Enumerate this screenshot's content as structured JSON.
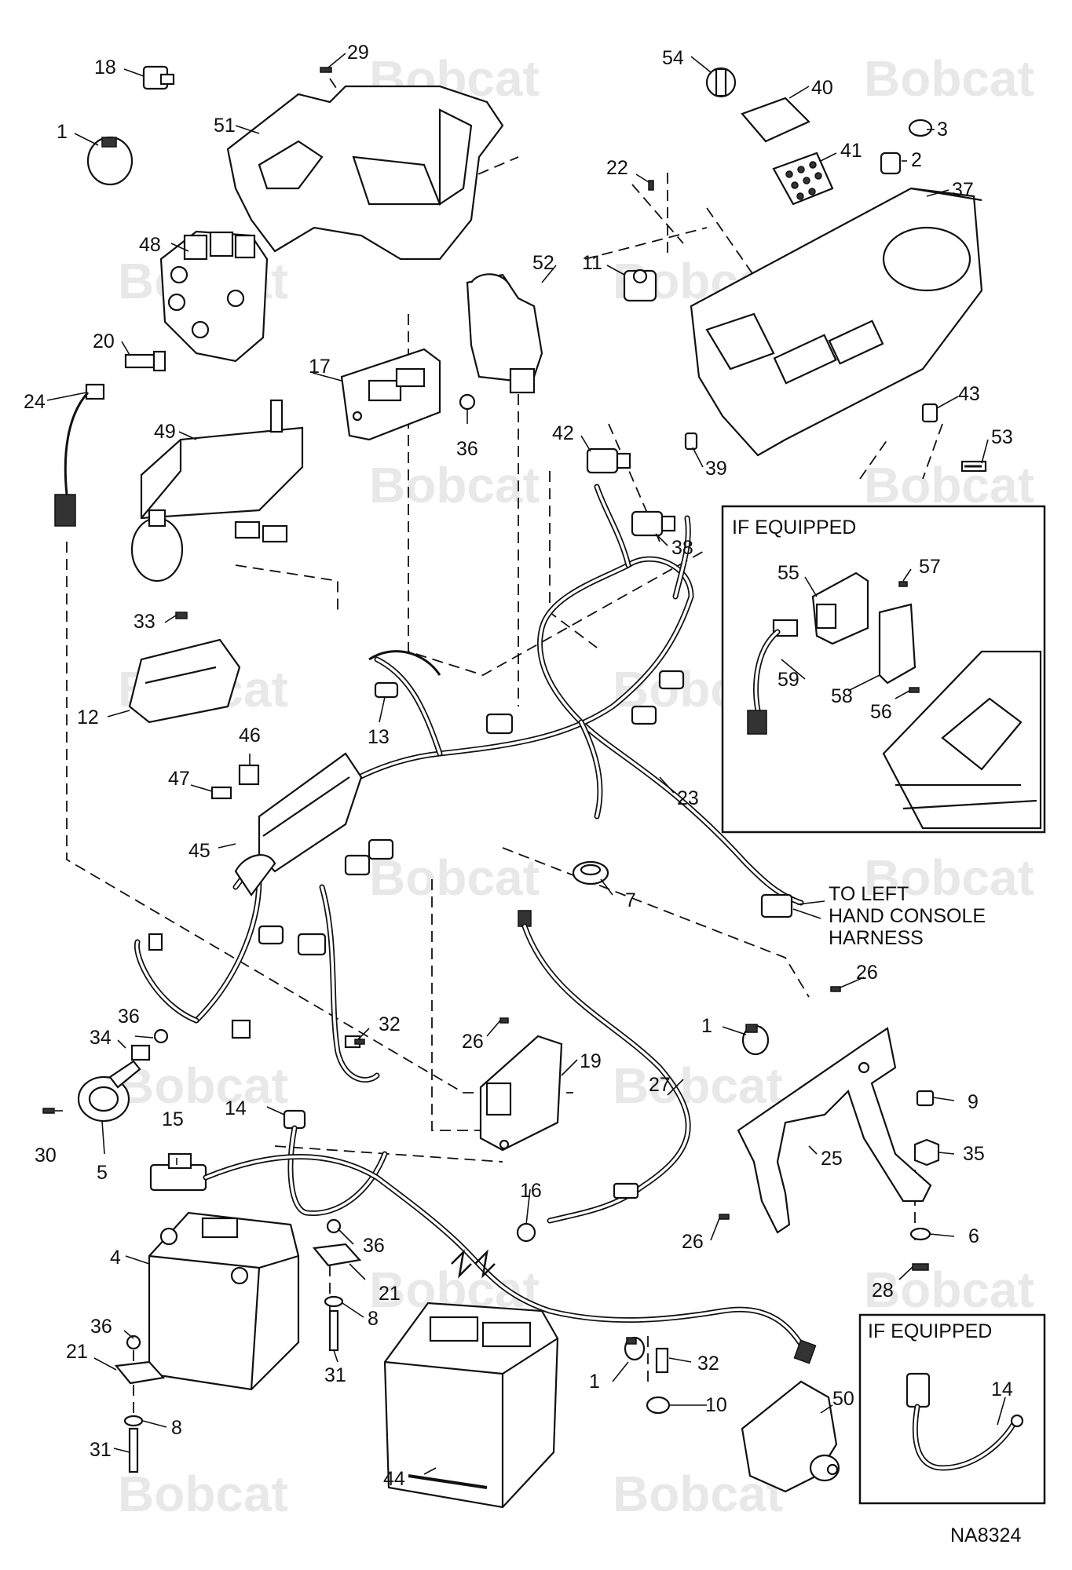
{
  "watermark": "Bobcat",
  "figure_code": "NA8324",
  "insets": [
    {
      "title": "IF EQUIPPED",
      "labels": [
        "55",
        "57",
        "59",
        "58",
        "56"
      ]
    },
    {
      "title": "IF EQUIPPED",
      "labels": [
        "14"
      ]
    }
  ],
  "callout_text": [
    "TO LEFT",
    "HAND CONSOLE",
    "HARNESS"
  ],
  "part_labels": [
    "1",
    "2",
    "3",
    "4",
    "5",
    "6",
    "7",
    "8",
    "9",
    "10",
    "11",
    "12",
    "13",
    "14",
    "15",
    "16",
    "17",
    "18",
    "19",
    "20",
    "21",
    "22",
    "23",
    "24",
    "25",
    "26",
    "27",
    "28",
    "29",
    "30",
    "31",
    "32",
    "33",
    "34",
    "35",
    "36",
    "37",
    "38",
    "39",
    "40",
    "41",
    "42",
    "43",
    "44",
    "45",
    "46",
    "47",
    "48",
    "49",
    "50",
    "51",
    "52",
    "53",
    "54"
  ]
}
